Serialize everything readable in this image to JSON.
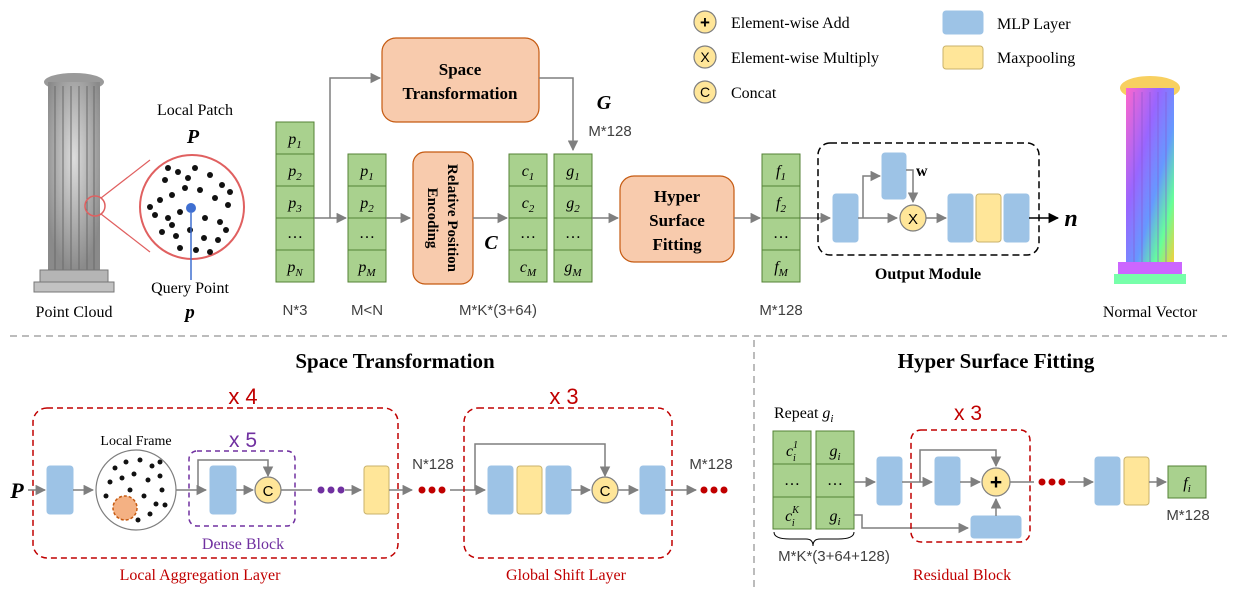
{
  "legend": {
    "add": "Element-wise Add",
    "multiply": "Element-wise Multiply",
    "concat": "Concat",
    "mlp": "MLP Layer",
    "maxpool": "Maxpooling",
    "add_sym": "+",
    "mul_sym": "X",
    "cat_sym": "C"
  },
  "top": {
    "point_cloud": "Point Cloud",
    "local_patch": "Local Patch",
    "P": "P",
    "query_point": "Query Point",
    "p": "p",
    "input_rows": [
      "p1",
      "p2",
      "p3",
      "...",
      "pN"
    ],
    "sub_rows": [
      "p1",
      "p2",
      "...",
      "pM"
    ],
    "space_transformation_1": "Space",
    "space_transformation_2": "Transformation",
    "rel_pos_1": "Relative Position",
    "rel_pos_2": "Encoding",
    "C": "C",
    "G": "G",
    "c_rows": [
      "c1",
      "c2",
      "...",
      "cM"
    ],
    "g_rows": [
      "g1",
      "g2",
      "...",
      "gM"
    ],
    "hyper_1": "Hyper",
    "hyper_2": "Surface",
    "hyper_3": "Fitting",
    "f_rows": [
      "f1",
      "f2",
      "...",
      "fM"
    ],
    "w": "w",
    "n": "n",
    "output_module": "Output Module",
    "normal_vector": "Normal Vector",
    "dim_n3": "N*3",
    "dim_mn": "M<N",
    "dim_mk": "M*K*(3+64)",
    "dim_m128_g": "M*128",
    "dim_m128_f": "M*128"
  },
  "space_transformation": {
    "title": "Space Transformation",
    "x4": "x 4",
    "x5": "x 5",
    "x3": "x 3",
    "P": "P",
    "local_frame": "Local Frame",
    "dense_block": "Dense Block",
    "local_agg": "Local Aggregation Layer",
    "global_shift": "Global Shift Layer",
    "n128": "N*128",
    "m128": "M*128"
  },
  "hyper_surface_fitting": {
    "title": "Hyper Surface Fitting",
    "repeat": "Repeat",
    "g_i": "g",
    "x3": "x 3",
    "rows_c": [
      "c",
      "...",
      "c"
    ],
    "rows_g": [
      "g",
      "...",
      "g"
    ],
    "dim": "M*K*(3+64+128)",
    "residual_block": "Residual Block",
    "f_i": "f",
    "m128": "M*128"
  },
  "colors": {
    "green": "#a9d18e",
    "blue": "#9dc3e6",
    "yellow": "#ffe699",
    "peach": "#f8cbad",
    "red": "#c00000",
    "purple": "#7030a0"
  }
}
